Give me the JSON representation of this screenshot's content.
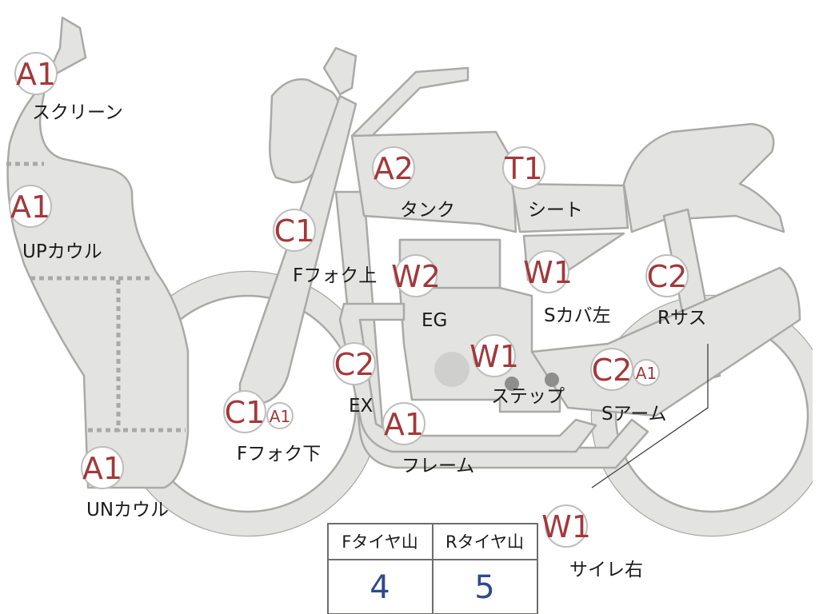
{
  "parts": [
    {
      "id": "screen",
      "code": "A1",
      "label": "スクリーン"
    },
    {
      "id": "upcowl",
      "code": "A1",
      "label": "UPカウル"
    },
    {
      "id": "uncowl",
      "code": "A1",
      "label": "UNカウル"
    },
    {
      "id": "ffork-upper",
      "code": "C1",
      "label": "Fフォク上"
    },
    {
      "id": "ffork-lower",
      "code": "C1",
      "sub_code": "A1",
      "label": "Fフォク下"
    },
    {
      "id": "tank",
      "code": "A2",
      "label": "タンク"
    },
    {
      "id": "seat",
      "code": "T1",
      "label": "シート"
    },
    {
      "id": "scover-left",
      "code": "W1",
      "label": "Sカバ左"
    },
    {
      "id": "rsus",
      "code": "C2",
      "label": "Rサス"
    },
    {
      "id": "eg",
      "code": "W2",
      "label": "EG"
    },
    {
      "id": "ex",
      "code": "C2",
      "label": "EX"
    },
    {
      "id": "step",
      "code": "W1",
      "label": "ステップ"
    },
    {
      "id": "frame",
      "code": "A1",
      "label": "フレーム"
    },
    {
      "id": "sarm",
      "code": "C2",
      "sub_code": "A1",
      "label": "Sアーム"
    },
    {
      "id": "silencer-right",
      "code": "W1",
      "label": "サイレ右"
    }
  ],
  "tire_table": {
    "headers": [
      "Fタイヤ山",
      "Rタイヤ山"
    ],
    "values": [
      "4",
      "5"
    ]
  }
}
